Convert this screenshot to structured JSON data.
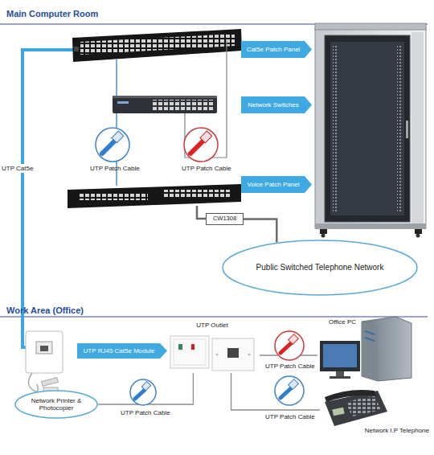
{
  "diagram": {
    "nodes": [
      {
        "text": [
          "Cat5e Patch Panel"
        ]
      },
      {
        "text": [
          "Network Switches"
        ]
      },
      {
        "text": [
          "Voice Patch Panel"
        ]
      },
      {
        "text": [
          "CW1308"
        ]
      },
      {
        "text": [
          "Public Switched Telephone Network"
        ]
      },
      {
        "text": [
          "UTP RJ45 Cat5e Module"
        ]
      },
      {
        "text": [
          "UTP Outlet"
        ]
      },
      {
        "text": [
          "Office PC"
        ]
      },
      {
        "text": [
          "Network Printer & Photocopier"
        ]
      },
      {
        "text": [
          "Network I.P Telephone"
        ]
      }
    ],
    "edges": [
      {
        "from": 3,
        "to": 4,
        "arrow": "none"
      },
      {
        "from": 6,
        "to": 7,
        "arrow": "none",
        "label": "UTP Patch Cable"
      },
      {
        "from": 6,
        "to": 9,
        "arrow": "none",
        "label": "UTP Patch Cable"
      },
      {
        "from": 6,
        "to": 8,
        "arrow": "none",
        "label": "UTP Patch Cable"
      }
    ],
    "labels": [
      "Main Computer Room",
      "UTP Cat5e",
      "UTP Patch Cable",
      "UTP Patch Cable",
      "Work Area (Office)"
    ]
  }
}
